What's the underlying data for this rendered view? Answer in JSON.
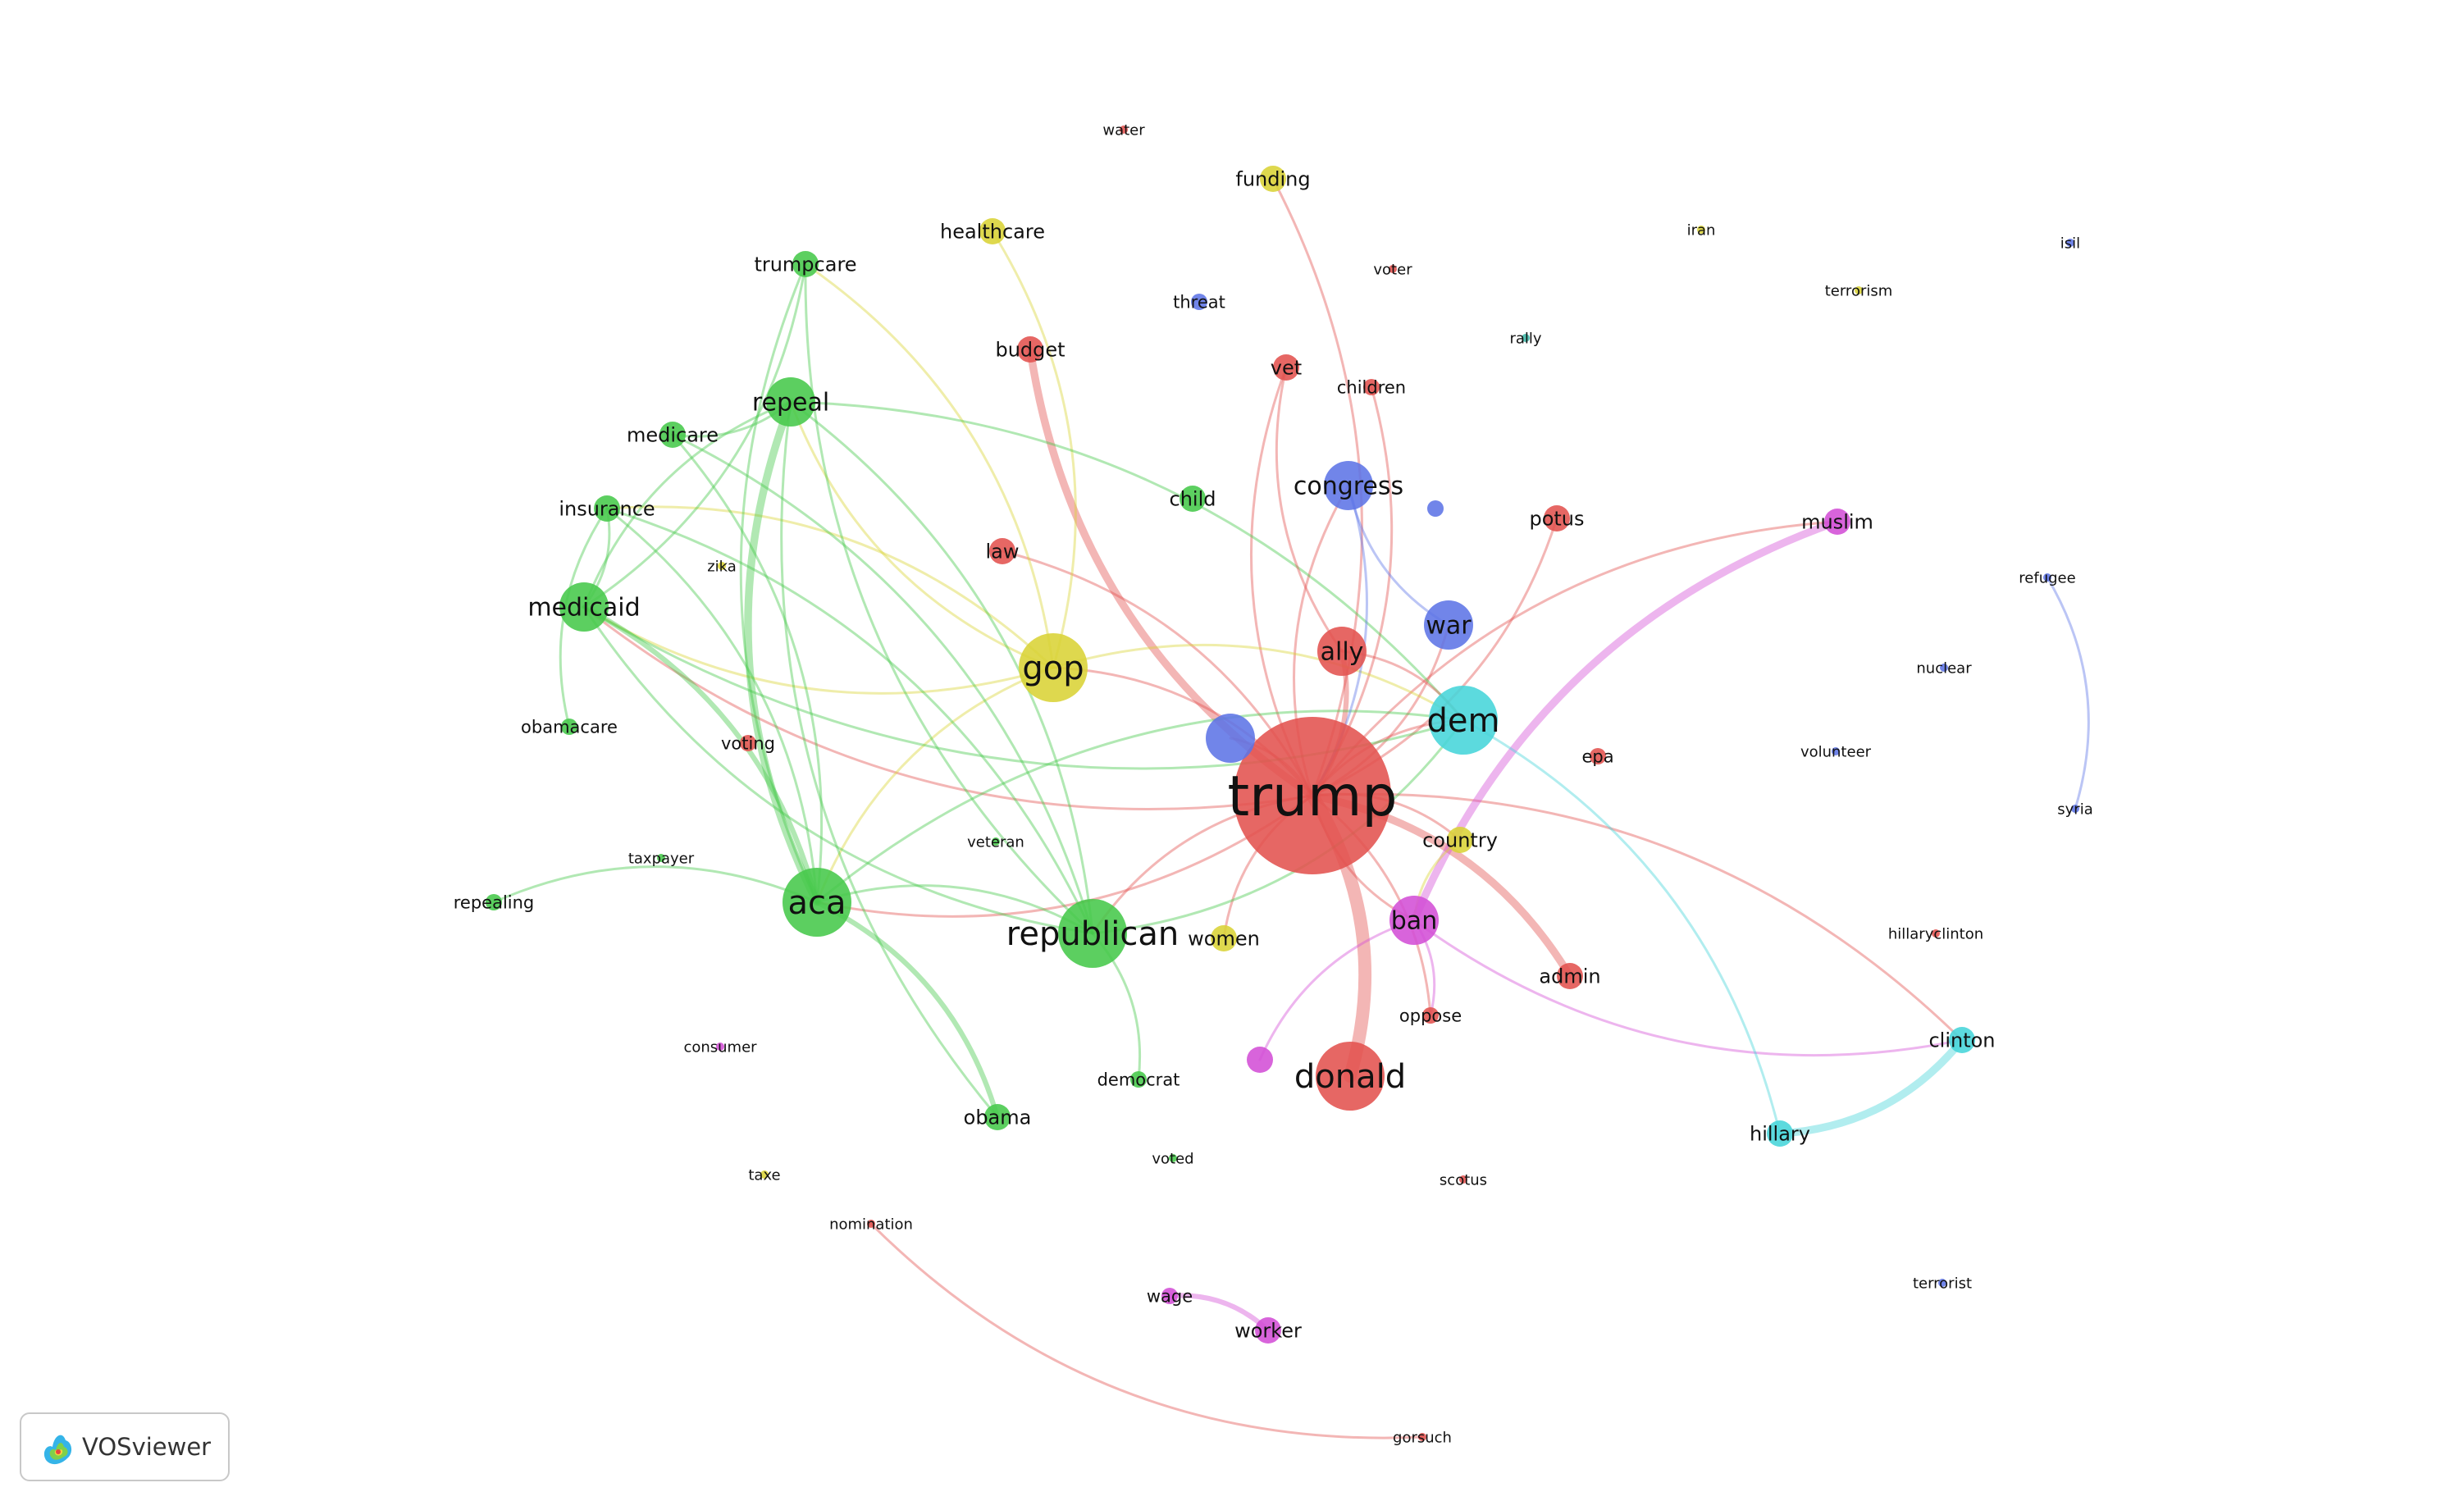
{
  "app": {
    "brand": "VOSviewer"
  },
  "colors": {
    "red": "#e2524f",
    "green": "#45c84a",
    "blue": "#5d74e6",
    "yellow": "#d9d335",
    "cyan": "#46d5d9",
    "magenta": "#d34ed6",
    "teal": "#3db8a9"
  },
  "nodes": [
    {
      "id": "trump",
      "label": "trump",
      "cluster": "red",
      "size": "xl"
    },
    {
      "id": "donald",
      "label": "donald",
      "cluster": "red",
      "size": "l"
    },
    {
      "id": "ally",
      "label": "ally",
      "cluster": "red",
      "size": "m"
    },
    {
      "id": "admin",
      "label": "admin",
      "cluster": "red",
      "size": "s"
    },
    {
      "id": "potus",
      "label": "potus",
      "cluster": "red",
      "size": "s"
    },
    {
      "id": "budget",
      "label": "budget",
      "cluster": "red",
      "size": "s"
    },
    {
      "id": "law",
      "label": "law",
      "cluster": "red",
      "size": "s"
    },
    {
      "id": "vet",
      "label": "vet",
      "cluster": "red",
      "size": "s"
    },
    {
      "id": "children",
      "label": "children",
      "cluster": "red",
      "size": "xs"
    },
    {
      "id": "oppose",
      "label": "oppose",
      "cluster": "red",
      "size": "xs"
    },
    {
      "id": "epa",
      "label": "epa",
      "cluster": "red",
      "size": "xs"
    },
    {
      "id": "voting",
      "label": "voting",
      "cluster": "red",
      "size": "xs"
    },
    {
      "id": "scotus",
      "label": "scotus",
      "cluster": "red",
      "size": "xxs"
    },
    {
      "id": "water",
      "label": "water",
      "cluster": "red",
      "size": "xxs"
    },
    {
      "id": "voter",
      "label": "voter",
      "cluster": "red",
      "size": "xxs"
    },
    {
      "id": "nomination",
      "label": "nomination",
      "cluster": "red",
      "size": "xxs"
    },
    {
      "id": "gorsuch",
      "label": "gorsuch",
      "cluster": "red",
      "size": "xxs"
    },
    {
      "id": "hillaryclinton",
      "label": "hillaryclinton",
      "cluster": "red",
      "size": "xxs"
    },
    {
      "id": "aca",
      "label": "aca",
      "cluster": "green",
      "size": "l"
    },
    {
      "id": "republican",
      "label": "republican",
      "cluster": "green",
      "size": "l"
    },
    {
      "id": "repeal",
      "label": "repeal",
      "cluster": "green",
      "size": "m"
    },
    {
      "id": "medicaid",
      "label": "medicaid",
      "cluster": "green",
      "size": "m"
    },
    {
      "id": "trumpcare",
      "label": "trumpcare",
      "cluster": "green",
      "size": "s"
    },
    {
      "id": "insurance",
      "label": "insurance",
      "cluster": "green",
      "size": "s"
    },
    {
      "id": "medicare",
      "label": "medicare",
      "cluster": "green",
      "size": "s"
    },
    {
      "id": "obama",
      "label": "obama",
      "cluster": "green",
      "size": "s"
    },
    {
      "id": "child",
      "label": "child",
      "cluster": "green",
      "size": "s"
    },
    {
      "id": "democrat",
      "label": "democrat",
      "cluster": "green",
      "size": "xs"
    },
    {
      "id": "obamacare",
      "label": "obamacare",
      "cluster": "green",
      "size": "xs"
    },
    {
      "id": "repealing",
      "label": "repealing",
      "cluster": "green",
      "size": "xs"
    },
    {
      "id": "taxpayer",
      "label": "taxpayer",
      "cluster": "green",
      "size": "xxs"
    },
    {
      "id": "veteran",
      "label": "veteran",
      "cluster": "green",
      "size": "xxs"
    },
    {
      "id": "voted",
      "label": "voted",
      "cluster": "green",
      "size": "xxs"
    },
    {
      "id": "gop",
      "label": "gop",
      "cluster": "yellow",
      "size": "l"
    },
    {
      "id": "women",
      "label": "women",
      "cluster": "yellow",
      "size": "s"
    },
    {
      "id": "country",
      "label": "country",
      "cluster": "yellow",
      "size": "s"
    },
    {
      "id": "funding",
      "label": "funding",
      "cluster": "yellow",
      "size": "s"
    },
    {
      "id": "healthcare",
      "label": "healthcare",
      "cluster": "yellow",
      "size": "s"
    },
    {
      "id": "zika",
      "label": "zika",
      "cluster": "yellow",
      "size": "xxs"
    },
    {
      "id": "taxe",
      "label": "taxe",
      "cluster": "yellow",
      "size": "xxs"
    },
    {
      "id": "congress",
      "label": "congress",
      "cluster": "blue",
      "size": "m"
    },
    {
      "id": "war",
      "label": "war",
      "cluster": "blue",
      "size": "m"
    },
    {
      "id": "blue_unlabeled1",
      "label": "",
      "cluster": "blue",
      "size": "m"
    },
    {
      "id": "blue_unlabeled2",
      "label": "",
      "cluster": "blue",
      "size": "xs"
    },
    {
      "id": "threat",
      "label": "threat",
      "cluster": "blue",
      "size": "xs"
    },
    {
      "id": "refugee",
      "label": "refugee",
      "cluster": "blue",
      "size": "xxs"
    },
    {
      "id": "syria",
      "label": "syria",
      "cluster": "blue",
      "size": "xxs"
    },
    {
      "id": "isil",
      "label": "isil",
      "cluster": "blue",
      "size": "xxs"
    },
    {
      "id": "nuclear",
      "label": "nuclear",
      "cluster": "blue",
      "size": "xxs"
    },
    {
      "id": "terrorist",
      "label": "terrorist",
      "cluster": "blue",
      "size": "xxs"
    },
    {
      "id": "dem",
      "label": "dem",
      "cluster": "cyan",
      "size": "l"
    },
    {
      "id": "clinton",
      "label": "clinton",
      "cluster": "cyan",
      "size": "s"
    },
    {
      "id": "hillary",
      "label": "hillary",
      "cluster": "cyan",
      "size": "s"
    },
    {
      "id": "rally",
      "label": "rally",
      "cluster": "teal",
      "size": "xxs"
    },
    {
      "id": "ban",
      "label": "ban",
      "cluster": "magenta",
      "size": "m"
    },
    {
      "id": "muslim",
      "label": "muslim",
      "cluster": "magenta",
      "size": "s"
    },
    {
      "id": "worker",
      "label": "worker",
      "cluster": "magenta",
      "size": "s"
    },
    {
      "id": "wage",
      "label": "wage",
      "cluster": "magenta",
      "size": "xs"
    },
    {
      "id": "magenta_unlabeled",
      "label": "",
      "cluster": "magenta",
      "size": "s"
    },
    {
      "id": "consumer",
      "label": "consumer",
      "cluster": "magenta",
      "size": "xxs"
    },
    {
      "id": "iran",
      "label": "iran",
      "cluster": "yellow",
      "size": "xxs"
    },
    {
      "id": "terrorism",
      "label": "terrorism",
      "cluster": "yellow",
      "size": "xxs"
    },
    {
      "id": "volunteer",
      "label": "volunteer",
      "cluster": "blue",
      "size": "xxs"
    }
  ],
  "links": [
    {
      "source": "trump",
      "target": "donald",
      "weight": 5
    },
    {
      "source": "trump",
      "target": "ally",
      "weight": 2
    },
    {
      "source": "trump",
      "target": "admin",
      "weight": 3
    },
    {
      "source": "trump",
      "target": "potus",
      "weight": 1
    },
    {
      "source": "trump",
      "target": "budget",
      "weight": 3
    },
    {
      "source": "trump",
      "target": "law",
      "weight": 1
    },
    {
      "source": "trump",
      "target": "vet",
      "weight": 1
    },
    {
      "source": "trump",
      "target": "children",
      "weight": 1
    },
    {
      "source": "trump",
      "target": "oppose",
      "weight": 1
    },
    {
      "source": "trump",
      "target": "gop",
      "weight": 1
    },
    {
      "source": "trump",
      "target": "dem",
      "weight": 1
    },
    {
      "source": "trump",
      "target": "war",
      "weight": 1
    },
    {
      "source": "trump",
      "target": "congress",
      "weight": 1
    },
    {
      "source": "trump",
      "target": "ban",
      "weight": 1
    },
    {
      "source": "trump",
      "target": "aca",
      "weight": 1
    },
    {
      "source": "trump",
      "target": "republican",
      "weight": 1
    },
    {
      "source": "trump",
      "target": "medicaid",
      "weight": 1
    },
    {
      "source": "trump",
      "target": "women",
      "weight": 1
    },
    {
      "source": "trump",
      "target": "country",
      "weight": 1
    },
    {
      "source": "trump",
      "target": "blue_unlabeled1",
      "weight": 1
    },
    {
      "source": "trump",
      "target": "clinton",
      "weight": 1
    },
    {
      "source": "trump",
      "target": "funding",
      "weight": 1
    },
    {
      "source": "trump",
      "target": "muslim",
      "weight": 1
    },
    {
      "source": "gop",
      "target": "healthcare",
      "weight": 1
    },
    {
      "source": "gop",
      "target": "dem",
      "weight": 1
    },
    {
      "source": "gop",
      "target": "aca",
      "weight": 1
    },
    {
      "source": "gop",
      "target": "repeal",
      "weight": 1
    },
    {
      "source": "gop",
      "target": "trumpcare",
      "weight": 1
    },
    {
      "source": "gop",
      "target": "medicaid",
      "weight": 1
    },
    {
      "source": "gop",
      "target": "insurance",
      "weight": 1
    },
    {
      "source": "aca",
      "target": "repeal",
      "weight": 3
    },
    {
      "source": "aca",
      "target": "medicaid",
      "weight": 2
    },
    {
      "source": "aca",
      "target": "trumpcare",
      "weight": 1
    },
    {
      "source": "aca",
      "target": "insurance",
      "weight": 1
    },
    {
      "source": "aca",
      "target": "obama",
      "weight": 2
    },
    {
      "source": "aca",
      "target": "repealing",
      "weight": 1
    },
    {
      "source": "aca",
      "target": "republican",
      "weight": 1
    },
    {
      "source": "aca",
      "target": "medicare",
      "weight": 1
    },
    {
      "source": "aca",
      "target": "dem",
      "weight": 1
    },
    {
      "source": "republican",
      "target": "repeal",
      "weight": 1
    },
    {
      "source": "republican",
      "target": "medicaid",
      "weight": 1
    },
    {
      "source": "republican",
      "target": "insurance",
      "weight": 1
    },
    {
      "source": "republican",
      "target": "democrat",
      "weight": 1
    },
    {
      "source": "republican",
      "target": "dem",
      "weight": 1
    },
    {
      "source": "repeal",
      "target": "medicare",
      "weight": 1
    },
    {
      "source": "repeal",
      "target": "obama",
      "weight": 1
    },
    {
      "source": "repeal",
      "target": "dem",
      "weight": 1
    },
    {
      "source": "repeal",
      "target": "medicaid",
      "weight": 1
    },
    {
      "source": "trumpcare",
      "target": "medicaid",
      "weight": 1
    },
    {
      "source": "trumpcare",
      "target": "republican",
      "weight": 1
    },
    {
      "source": "insurance",
      "target": "medicaid",
      "weight": 1
    },
    {
      "source": "insurance",
      "target": "obamacare",
      "weight": 1
    },
    {
      "source": "medicare",
      "target": "republican",
      "weight": 1
    },
    {
      "source": "medicaid",
      "target": "dem",
      "weight": 1
    },
    {
      "source": "ally",
      "target": "dem",
      "weight": 1
    },
    {
      "source": "congress",
      "target": "war",
      "weight": 1
    },
    {
      "source": "congress",
      "target": "trump",
      "weight": 1
    },
    {
      "source": "vet",
      "target": "ally",
      "weight": 1
    },
    {
      "source": "ban",
      "target": "muslim",
      "weight": 3
    },
    {
      "source": "ban",
      "target": "magenta_unlabeled",
      "weight": 1
    },
    {
      "source": "ban",
      "target": "oppose",
      "weight": 1
    },
    {
      "source": "ban",
      "target": "clinton",
      "weight": 1
    },
    {
      "source": "dem",
      "target": "hillary",
      "weight": 1
    },
    {
      "source": "hillary",
      "target": "clinton",
      "weight": 3
    },
    {
      "source": "wage",
      "target": "worker",
      "weight": 2
    },
    {
      "source": "nomination",
      "target": "gorsuch",
      "weight": 1
    },
    {
      "source": "refugee",
      "target": "syria",
      "weight": 1
    },
    {
      "source": "country",
      "target": "ban",
      "weight": 1
    }
  ]
}
